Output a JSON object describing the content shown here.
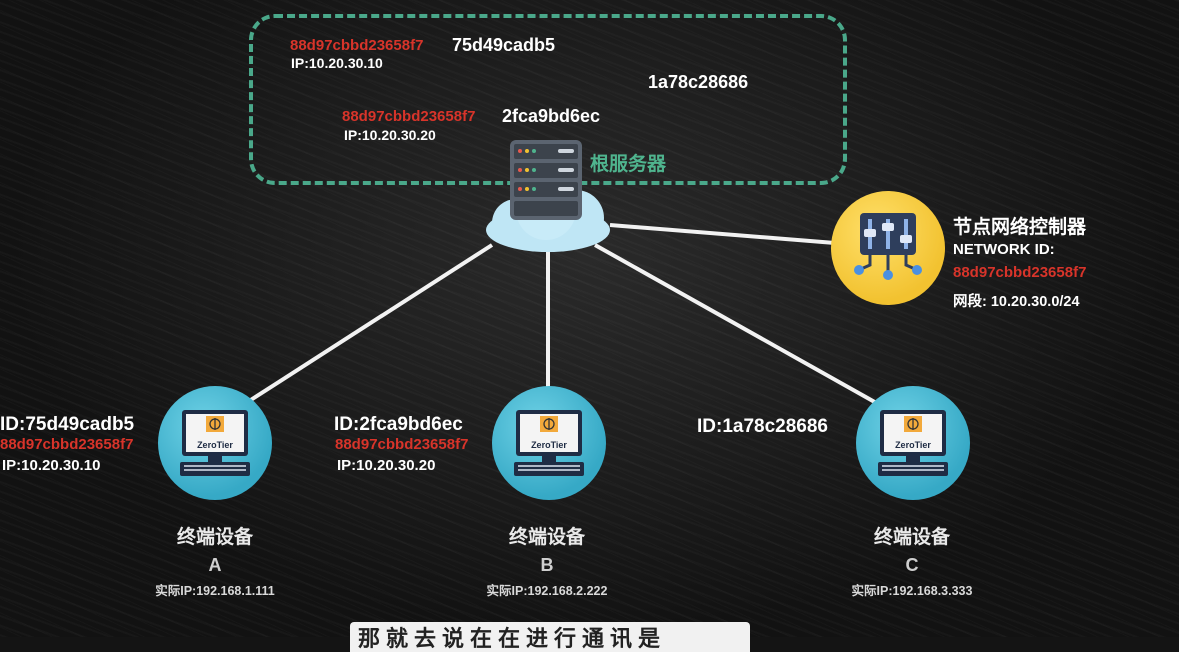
{
  "root_server": {
    "label": "根服务器",
    "entries": [
      {
        "network": "88d97cbbd23658f7",
        "node_id": "75d49cadb5",
        "ip": "IP:10.20.30.10"
      },
      {
        "network": "88d97cbbd23658f7",
        "node_id": "2fca9bd6ec",
        "ip": "IP:10.20.30.20"
      }
    ],
    "lone_id": "1a78c28686"
  },
  "controller": {
    "title": "节点网络控制器",
    "network_id_label": "NETWORK ID:",
    "network_id": "88d97cbbd23658f7",
    "segment": "网段:  10.20.30.0/24"
  },
  "terminals": [
    {
      "id": "ID:75d49cadb5",
      "network": "88d97cbbd23658f7",
      "ip": "IP:10.20.30.10",
      "name": "终端设备",
      "letter": "A",
      "real_ip": "实际IP:192.168.1.111",
      "logo": "ZeroTier"
    },
    {
      "id": "ID:2fca9bd6ec",
      "network": "88d97cbbd23658f7",
      "ip": "IP:10.20.30.20",
      "name": "终端设备",
      "letter": "B",
      "real_ip": "实际IP:192.168.2.222",
      "logo": "ZeroTier"
    },
    {
      "id": "ID:1a78c28686",
      "name": "终端设备",
      "letter": "C",
      "real_ip": "实际IP:192.168.3.333",
      "logo": "ZeroTier"
    }
  ],
  "caption": "那就去说在在进行通讯是",
  "icons": {
    "server": "server-rack-icon",
    "cloud": "cloud-icon",
    "controller": "control-sliders-icon",
    "terminal": "zerotier-computer-icon"
  },
  "colors": {
    "network_id": "#d8342a",
    "accent": "#4fb48e",
    "terminal_circle": "#4ab9d2",
    "controller_circle": "#f2c230"
  }
}
